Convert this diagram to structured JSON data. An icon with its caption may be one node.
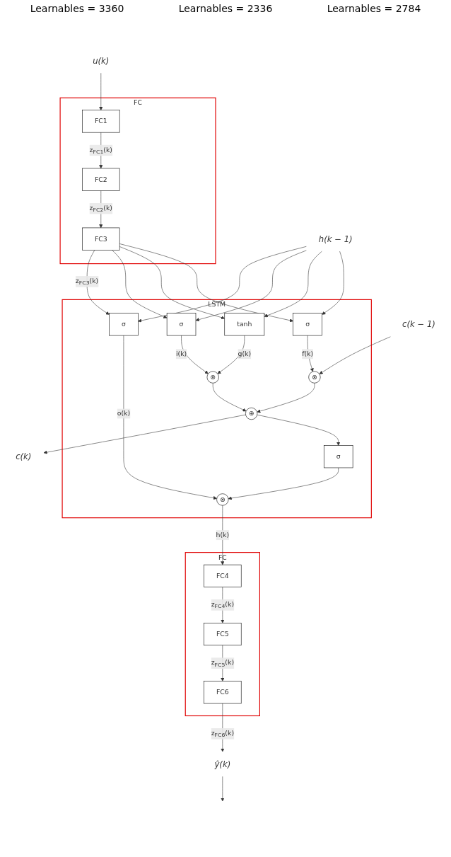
{
  "diagram": {
    "nodes": [
      {
        "text": [
          "FC"
        ]
      },
      {
        "text": [
          "u(k)"
        ]
      },
      {
        "text": [
          "FC1"
        ],
        "in": 0
      },
      {
        "text": [
          "FC2"
        ],
        "in": 0
      },
      {
        "text": [
          "FC3"
        ],
        "in": 0
      },
      {
        "text": [
          "h(k − 1)"
        ]
      },
      {
        "text": [
          "LSTM"
        ]
      },
      {
        "text": [
          "σ"
        ],
        "in": 6
      },
      {
        "text": [
          "tanh"
        ],
        "in": 6
      },
      {
        "text": [
          "σ"
        ],
        "in": 6
      },
      {
        "text": [
          "σ"
        ],
        "in": 6
      },
      {
        "text": [
          "⊗"
        ],
        "in": 6
      },
      {
        "text": [
          "⊗"
        ],
        "in": 6
      },
      {
        "text": [
          "⊕"
        ],
        "in": 6
      },
      {
        "text": [
          "σ"
        ],
        "in": 6
      },
      {
        "text": [
          "⊗"
        ],
        "in": 6
      },
      {
        "text": [
          "c(k − 1)"
        ]
      },
      {
        "text": [
          "c(k)"
        ]
      },
      {
        "text": [
          "FC"
        ]
      },
      {
        "text": [
          "FC4"
        ],
        "in": 18
      },
      {
        "text": [
          "FC5"
        ],
        "in": 18
      },
      {
        "text": [
          "FC6"
        ],
        "in": 18
      },
      {
        "text": [
          "ŷ(k)"
        ]
      }
    ],
    "edges": [
      {
        "from": 1,
        "to": 2,
        "arrow": "to"
      },
      {
        "from": 2,
        "to": 3,
        "arrow": "to",
        "label": "z$_{FC1}$(k)"
      },
      {
        "from": 3,
        "to": 4,
        "arrow": "to",
        "label": "z$_{FC2}$(k)"
      },
      {
        "from": 4,
        "to": 7,
        "arrow": "to"
      },
      {
        "from": 4,
        "to": 8,
        "arrow": "to"
      },
      {
        "from": 4,
        "to": 9,
        "arrow": "to"
      },
      {
        "from": 4,
        "to": 10,
        "arrow": "to",
        "label": "z$_{FC3}$(k)"
      },
      {
        "from": 5,
        "to": 7,
        "arrow": "to"
      },
      {
        "from": 5,
        "to": 8,
        "arrow": "to"
      },
      {
        "from": 5,
        "to": 9,
        "arrow": "to"
      },
      {
        "from": 5,
        "to": 10,
        "arrow": "to"
      },
      {
        "from": 7,
        "to": 11,
        "arrow": "to",
        "label": "f(k)"
      },
      {
        "from": 8,
        "to": 12,
        "arrow": "to",
        "label": "g(k)"
      },
      {
        "from": 9,
        "to": 12,
        "arrow": "to",
        "label": "i(k)"
      },
      {
        "from": 10,
        "to": 15,
        "arrow": "to",
        "label": "o(k)"
      },
      {
        "from": 16,
        "to": 11,
        "arrow": "to"
      },
      {
        "from": 11,
        "to": 13,
        "arrow": "to"
      },
      {
        "from": 12,
        "to": 13,
        "arrow": "to"
      },
      {
        "from": 13,
        "to": 14,
        "arrow": "to"
      },
      {
        "from": 14,
        "to": 15,
        "arrow": "to"
      },
      {
        "from": 13,
        "to": 17,
        "arrow": "to"
      },
      {
        "from": 15,
        "to": 19,
        "arrow": "to",
        "label": "h(k)"
      },
      {
        "from": 19,
        "to": 20,
        "arrow": "to",
        "label": "z$_{FC4}$(k)"
      },
      {
        "from": 20,
        "to": 21,
        "arrow": "to",
        "label": "z$_{FC5}$(k)"
      },
      {
        "from": 21,
        "to": 22,
        "arrow": "to",
        "label": "z$_{FC6}$(k)"
      },
      {
        "from": 22,
        "to": null,
        "arrow": "to"
      }
    ],
    "labels": [
      "Learnables = 3360",
      "Learnables = 2336",
      "Learnables = 2784"
    ]
  }
}
